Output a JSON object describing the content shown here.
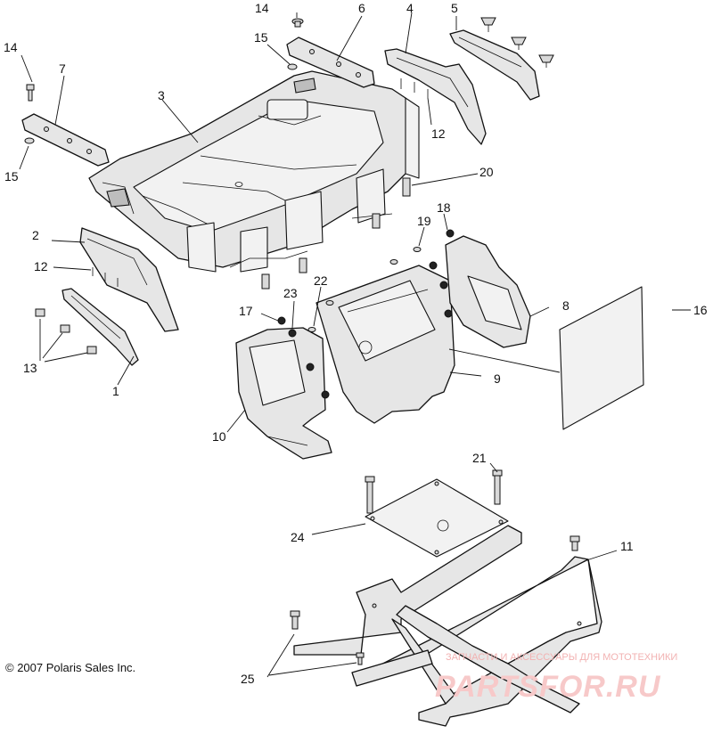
{
  "copyright": "© 2007 Polaris Sales Inc.",
  "watermark": {
    "tagline": "ЗАПЧАСТИ И АКСЕССУАРЫ ДЛЯ МОТОТЕХНИКИ",
    "brand": "PARTSFOR.RU"
  },
  "callouts": {
    "c1": "1",
    "c2": "2",
    "c3": "3",
    "c4": "4",
    "c5": "5",
    "c6": "6",
    "c7": "7",
    "c8": "8",
    "c9": "9",
    "c10": "10",
    "c11": "11",
    "c12a": "12",
    "c12b": "12",
    "c13": "13",
    "c14a": "14",
    "c14b": "14",
    "c15a": "15",
    "c15b": "15",
    "c16": "16",
    "c17": "17",
    "c18": "18",
    "c19": "19",
    "c20": "20",
    "c21": "21",
    "c22": "22",
    "c23": "23",
    "c24": "24",
    "c25": "25"
  }
}
